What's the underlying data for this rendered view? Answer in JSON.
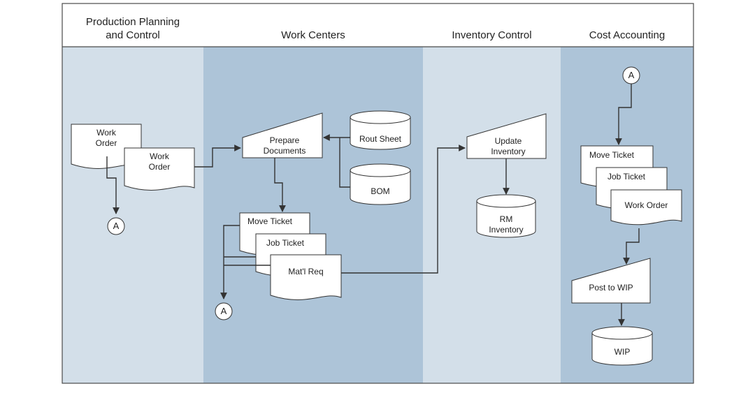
{
  "lanes": {
    "ppc": "Production Planning\nand Control",
    "work_centers": "Work Centers",
    "inventory_control": "Inventory Control",
    "cost_accounting": "Cost Accounting"
  },
  "docs": {
    "work_order_1": "Work\nOrder",
    "work_order_2": "Work\nOrder",
    "move_ticket_wc": "Move Ticket",
    "job_ticket_wc": "Job Ticket",
    "matl_req": "Mat'l Req",
    "move_ticket_ca": "Move Ticket",
    "job_ticket_ca": "Job Ticket",
    "work_order_ca": "Work Order"
  },
  "processes": {
    "prepare_documents": "Prepare\nDocuments",
    "update_inventory": "Update\nInventory",
    "post_to_wip": "Post to WIP"
  },
  "files": {
    "rout_sheet": "Rout Sheet",
    "bom": "BOM",
    "rm_inventory": "RM\nInventory",
    "wip": "WIP"
  },
  "connectors": {
    "a_ppc": "A",
    "a_wc": "A",
    "a_ca": "A"
  },
  "colors": {
    "lane_light": "#d3dfe9",
    "lane_dark": "#adc4d8",
    "frame": "#4a4a4a",
    "line": "#333333"
  }
}
